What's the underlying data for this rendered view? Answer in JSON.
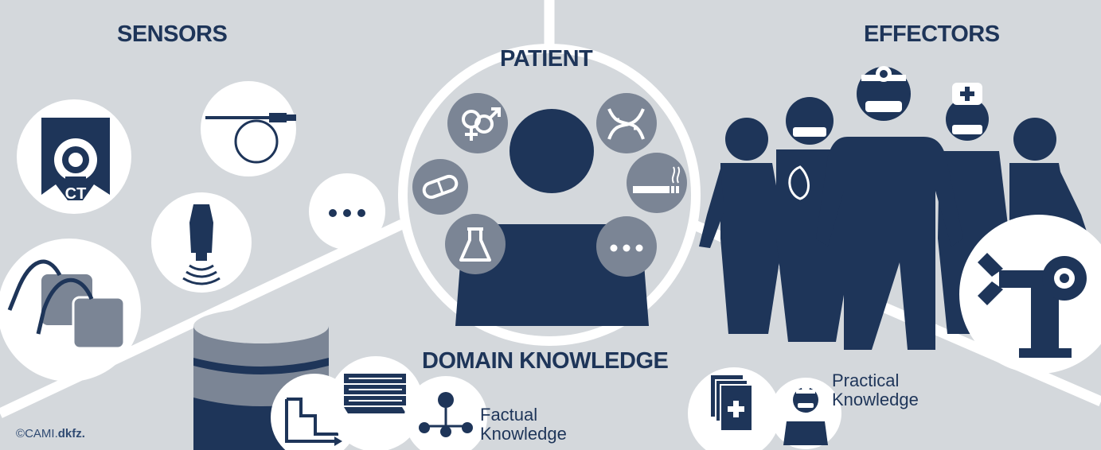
{
  "sections": {
    "sensors": "SENSORS",
    "patient": "PATIENT",
    "effectors": "EFFECTORS",
    "domain_knowledge": "DOMAIN KNOWLEDGE"
  },
  "knowledge": {
    "factual_line1": "Factual",
    "factual_line2": "Knowledge",
    "practical_line1": "Practical",
    "practical_line2": "Knowledge"
  },
  "sensor_items": {
    "ct_label": "CT",
    "more": "..."
  },
  "patient_attributes": {
    "more": "..."
  },
  "copyright": {
    "symbol": "©",
    "org1": "CAMI",
    "sep": ".",
    "org2": "dkfz."
  },
  "colors": {
    "background": "#d4d8dc",
    "navy": "#1e3559",
    "mid_gray": "#7b8595",
    "white": "#ffffff"
  }
}
